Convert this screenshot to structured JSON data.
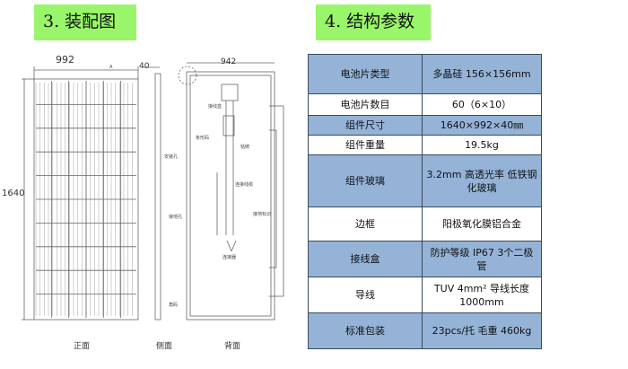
{
  "headers": {
    "left": "3. 装配图",
    "right": "4. 结构参数"
  },
  "drawing": {
    "front_width": "992",
    "front_height": "1640",
    "side_thickness": "40",
    "back_width": "942",
    "section_mark": "A",
    "views": {
      "front": "正面",
      "side": "侧面",
      "back": "背面"
    },
    "callouts": [
      "接线盒",
      "铭牌",
      "条形码",
      "安装孔",
      "连接线缆",
      "接地孔",
      "接地标识",
      "连接器",
      "角码"
    ]
  },
  "specs": [
    {
      "key": "电池片类型",
      "value": "多晶硅 156×156mm"
    },
    {
      "key": "电池片数目",
      "value": "60（6×10）"
    },
    {
      "key": "组件尺寸",
      "value": "1640×992×40㎜"
    },
    {
      "key": "组件重量",
      "value": "19.5kg"
    },
    {
      "key": "组件玻璃",
      "value": "3.2mm 高透光率 低铁钢化玻璃"
    },
    {
      "key": "边框",
      "value": "阳极氧化膜铝合金"
    },
    {
      "key": "接线盒",
      "value": "防护等级 IP67 3个二极管"
    },
    {
      "key": "导线",
      "value": "TUV 4mm² 导线长度 1000mm"
    },
    {
      "key": "标准包装",
      "value": "23pcs/托 毛重 460kg"
    }
  ],
  "colors": {
    "header_bg": "#99f56a",
    "row_blue": "#95b3d7"
  }
}
